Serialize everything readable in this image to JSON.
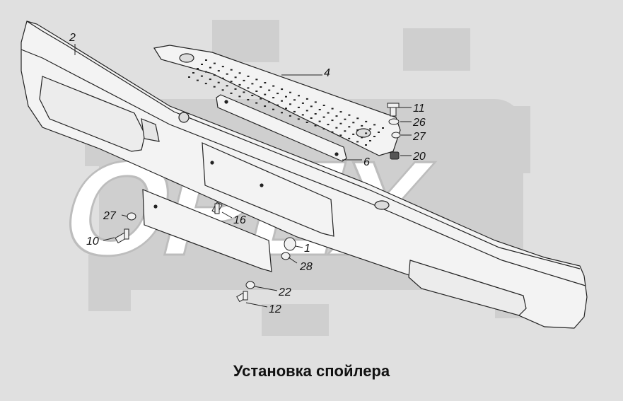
{
  "watermark": {
    "text": "OPEX",
    "color": "#ffffff",
    "gear_color": "#cfcfcf"
  },
  "caption": "Установка спойлера",
  "colors": {
    "background": "#e0e0e0",
    "part_fill": "#f3f3f3",
    "line": "#222222",
    "shadow": "#c4c4c4"
  },
  "parts": [
    {
      "id": "2",
      "label": "2",
      "name": "spoiler-bumper"
    },
    {
      "id": "4",
      "label": "4",
      "name": "perforated-plate"
    },
    {
      "id": "6",
      "label": "6",
      "name": "mounting-strip"
    },
    {
      "id": "11",
      "label": "11",
      "name": "bolt-top"
    },
    {
      "id": "26",
      "label": "26",
      "name": "washer-top"
    },
    {
      "id": "27a",
      "label": "27",
      "name": "spring-washer-top"
    },
    {
      "id": "20",
      "label": "20",
      "name": "nut-top"
    },
    {
      "id": "27b",
      "label": "27",
      "name": "spring-washer-left"
    },
    {
      "id": "16",
      "label": "16",
      "name": "bolt-center"
    },
    {
      "id": "10",
      "label": "10",
      "name": "bolt-left"
    },
    {
      "id": "1",
      "label": "1",
      "name": "bushing"
    },
    {
      "id": "28",
      "label": "28",
      "name": "washer-center"
    },
    {
      "id": "22",
      "label": "22",
      "name": "washer-bottom"
    },
    {
      "id": "12",
      "label": "12",
      "name": "bolt-bottom"
    }
  ]
}
